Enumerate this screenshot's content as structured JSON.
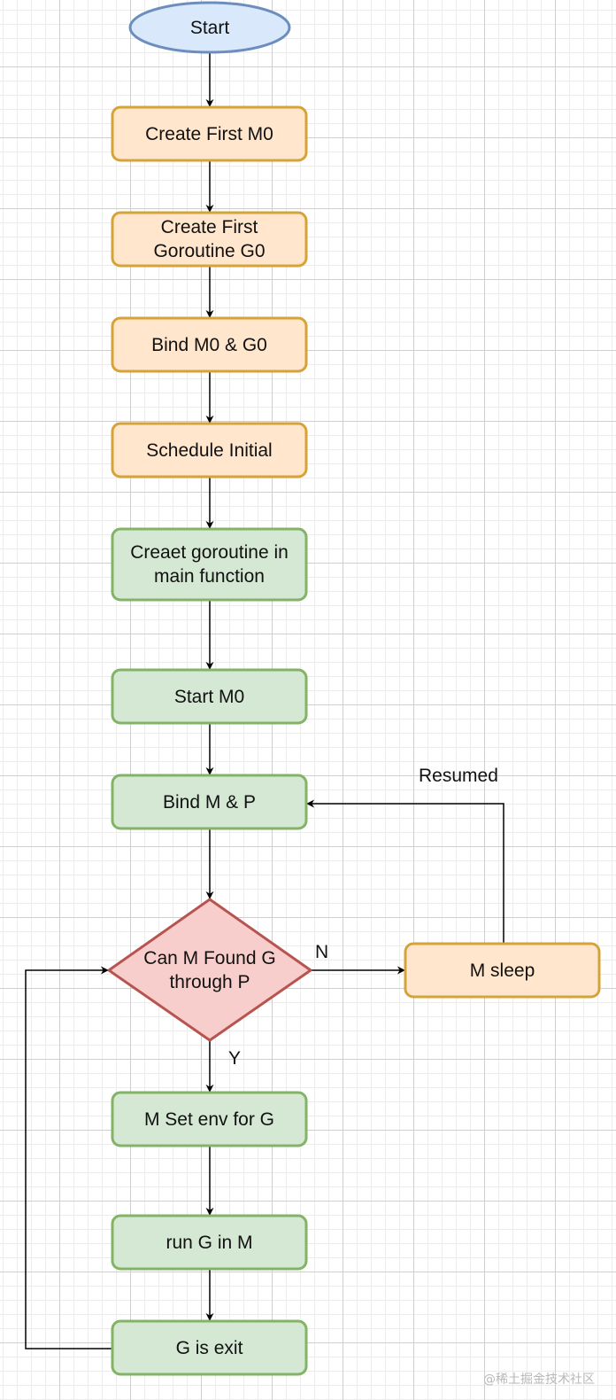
{
  "nodes": {
    "start": "Start",
    "create_m0": "Create First M0",
    "create_g0": "Create First Goroutine G0",
    "bind_m0_g0": "Bind M0 & G0",
    "schedule_initial": "Schedule Initial",
    "create_goroutine_main": "Creaet goroutine in main function",
    "start_m0": "Start M0",
    "bind_m_p": "Bind M & P",
    "decision": "Can M Found G through P",
    "m_sleep": "M sleep",
    "m_set_env": "M Set env for G",
    "run_g": "run G in M",
    "g_exit": "G is exit"
  },
  "edge_labels": {
    "no": "N",
    "yes": "Y",
    "resumed": "Resumed"
  },
  "watermark": "@稀土掘金技术社区",
  "colors": {
    "start_fill": "#dae8fc",
    "start_stroke": "#6c8ebf",
    "orange_fill": "#ffe6cc",
    "orange_stroke": "#d6a33a",
    "green_fill": "#d5e8d4",
    "green_stroke": "#82b366",
    "red_fill": "#f8cecc",
    "red_stroke": "#b85450",
    "edge": "#000000"
  }
}
